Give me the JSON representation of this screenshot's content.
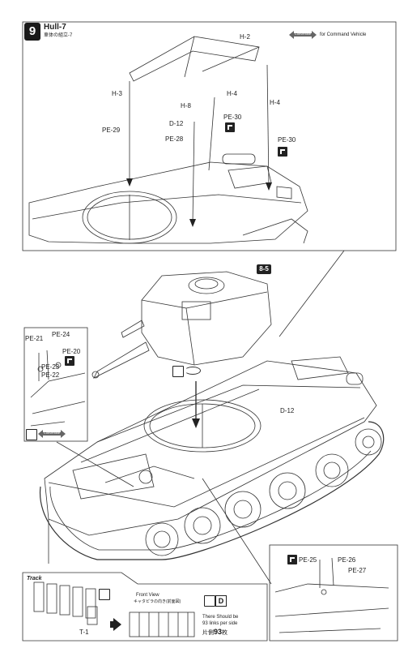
{
  "step": {
    "number": "9",
    "title": "Hull-7",
    "subtitle": "車体の組立-7"
  },
  "header": {
    "convertible_badge": "Convertible",
    "convertible_note": "for Command Vehicle"
  },
  "top_callouts": {
    "h2": "H-2",
    "h3": "H-3",
    "h4a": "H-4",
    "h4b": "H-4",
    "h8": "H-8",
    "d12": "D-12",
    "pe28": "PE-28",
    "pe29": "PE-29",
    "pe30a": "PE-30",
    "pe30b": "PE-30"
  },
  "main_callouts": {
    "ref_badge": "8-5",
    "d12": "D-12"
  },
  "left_inset": {
    "pe21": "PE-21",
    "pe24": "PE-24",
    "pe20": "PE-20",
    "pe23": "PE-23",
    "pe22": "PE-22",
    "convertible_badge": "Convertible"
  },
  "right_inset": {
    "pe25": "PE-25",
    "pe26": "PE-26",
    "pe27": "PE-27"
  },
  "track": {
    "title": "Track",
    "part": "T-1",
    "front_view_en": "Front View",
    "front_view_jp": "キャタピラの向き(前面図)",
    "part_badge": "D",
    "note_line1": "There Should be",
    "note_line2": "93 links per side",
    "note_jp_prefix": "片側",
    "note_jp_number": "93",
    "note_jp_suffix": "枚"
  }
}
